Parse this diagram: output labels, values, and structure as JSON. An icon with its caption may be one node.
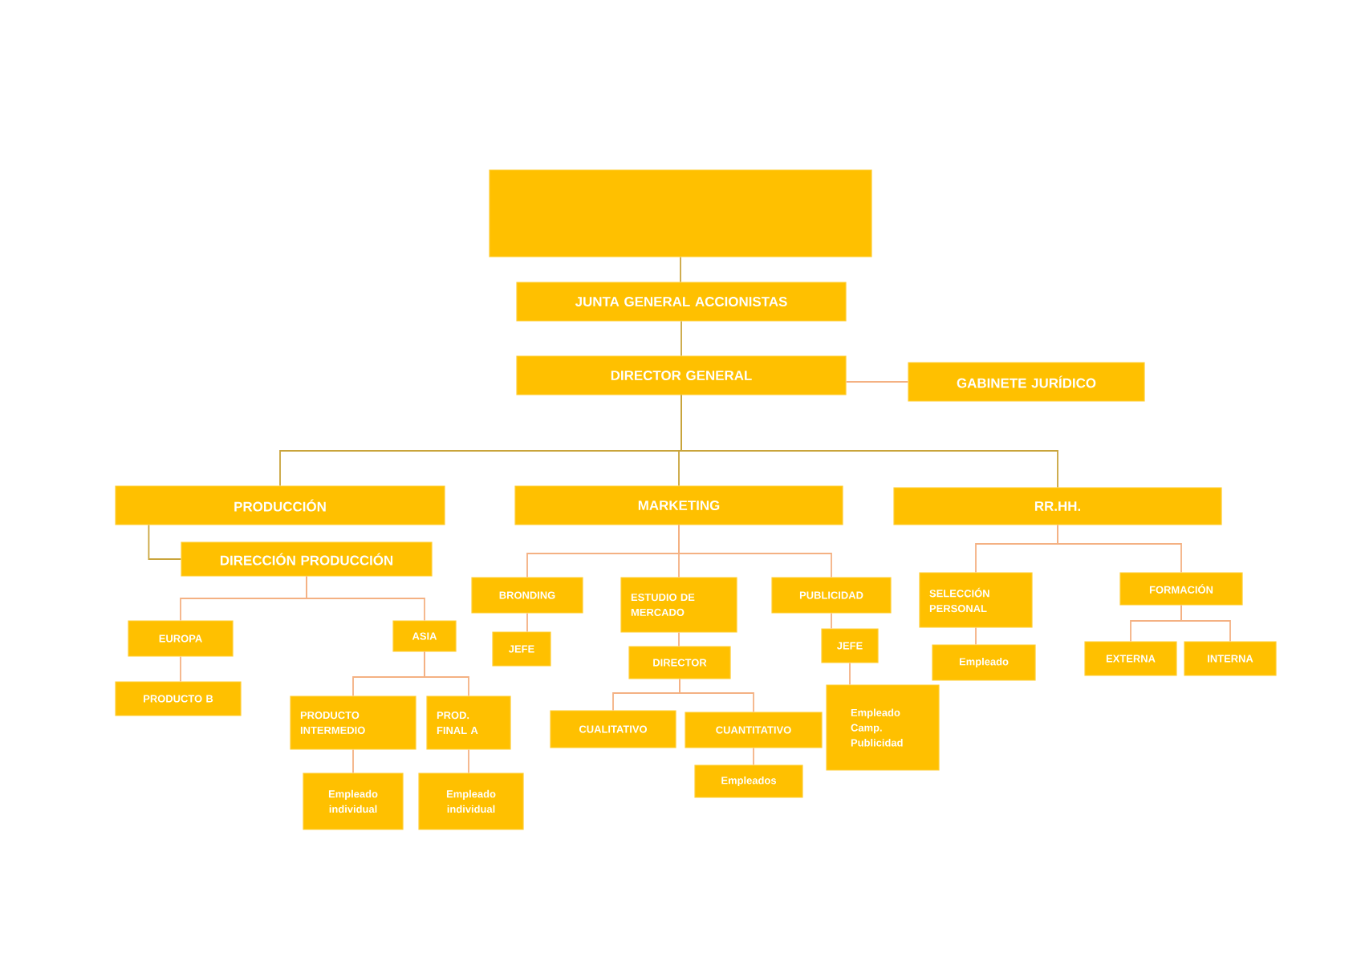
{
  "diagram": {
    "nodes": [
      {
        "text": [],
        "shape": "box"
      },
      {
        "text": [
          "JUNTA GENERAL ACCIONISTAS"
        ]
      },
      {
        "text": [
          "DIRECTOR GENERAL"
        ]
      },
      {
        "text": [
          "GABINETE JURÍDICO"
        ]
      },
      {
        "text": [
          "PRODUCCIÓN"
        ]
      },
      {
        "text": [
          "MARKETING"
        ]
      },
      {
        "text": [
          "RR.HH."
        ]
      },
      {
        "text": [
          "DIRECCIÓN PRODUCCIÓN"
        ]
      },
      {
        "text": [
          "EUROPA"
        ]
      },
      {
        "text": [
          "ASIA"
        ]
      },
      {
        "text": [
          "PRODUCTO B"
        ]
      },
      {
        "text": [
          "PRODUCTO INTERMEDIO"
        ]
      },
      {
        "text": [
          "PROD. FINAL A"
        ]
      },
      {
        "text": [
          "Empleado individual"
        ]
      },
      {
        "text": [
          "Empleado individual"
        ]
      },
      {
        "text": [
          "BRONDING"
        ]
      },
      {
        "text": [
          "JEFE"
        ]
      },
      {
        "text": [
          "ESTUDIO DE MERCADO"
        ]
      },
      {
        "text": [
          "DIRECTOR"
        ]
      },
      {
        "text": [
          "CUALITATIVO"
        ]
      },
      {
        "text": [
          "CUANTITATIVO"
        ]
      },
      {
        "text": [
          "Empleados"
        ]
      },
      {
        "text": [
          "PUBLICIDAD"
        ]
      },
      {
        "text": [
          "JEFE"
        ]
      },
      {
        "text": [
          "Empleado Camp. Publicidad"
        ]
      },
      {
        "text": [
          "SELECCIÓN PERSONAL"
        ]
      },
      {
        "text": [
          "Empleado"
        ]
      },
      {
        "text": [
          "FORMACIÓN"
        ]
      },
      {
        "text": [
          "EXTERNA"
        ]
      },
      {
        "text": [
          "INTERNA"
        ]
      }
    ],
    "edges": [
      {
        "from": 0,
        "to": 1,
        "arrow": "none",
        "color": "#c9a43c"
      },
      {
        "from": 1,
        "to": 2,
        "arrow": "none",
        "color": "#c9a43c"
      },
      {
        "from": 2,
        "to": 3,
        "arrow": "none"
      },
      {
        "from": 2,
        "to": 4,
        "arrow": "none",
        "color": "#c9a43c"
      },
      {
        "from": 2,
        "to": 5,
        "arrow": "none",
        "color": "#c9a43c"
      },
      {
        "from": 2,
        "to": 6,
        "arrow": "none",
        "color": "#c9a43c"
      },
      {
        "from": 4,
        "to": 7,
        "arrow": "none",
        "color": "#c9a43c"
      },
      {
        "from": 7,
        "to": 8,
        "arrow": "none"
      },
      {
        "from": 7,
        "to": 9,
        "arrow": "none"
      },
      {
        "from": 8,
        "to": 10,
        "arrow": "none"
      },
      {
        "from": 9,
        "to": 11,
        "arrow": "none"
      },
      {
        "from": 9,
        "to": 12,
        "arrow": "none"
      },
      {
        "from": 11,
        "to": 13,
        "arrow": "none"
      },
      {
        "from": 12,
        "to": 14,
        "arrow": "none"
      },
      {
        "from": 5,
        "to": 15,
        "arrow": "none"
      },
      {
        "from": 5,
        "to": 17,
        "arrow": "none"
      },
      {
        "from": 5,
        "to": 22,
        "arrow": "none"
      },
      {
        "from": 15,
        "to": 16,
        "arrow": "none"
      },
      {
        "from": 17,
        "to": 18,
        "arrow": "none"
      },
      {
        "from": 18,
        "to": 19,
        "arrow": "none"
      },
      {
        "from": 18,
        "to": 20,
        "arrow": "none"
      },
      {
        "from": 20,
        "to": 21,
        "arrow": "none"
      },
      {
        "from": 22,
        "to": 23,
        "arrow": "none"
      },
      {
        "from": 23,
        "to": 24,
        "arrow": "none"
      },
      {
        "from": 6,
        "to": 25,
        "arrow": "none"
      },
      {
        "from": 6,
        "to": 27,
        "arrow": "none"
      },
      {
        "from": 25,
        "to": 26,
        "arrow": "none"
      },
      {
        "from": 27,
        "to": 28,
        "arrow": "none"
      },
      {
        "from": 27,
        "to": 29,
        "arrow": "none"
      }
    ]
  }
}
